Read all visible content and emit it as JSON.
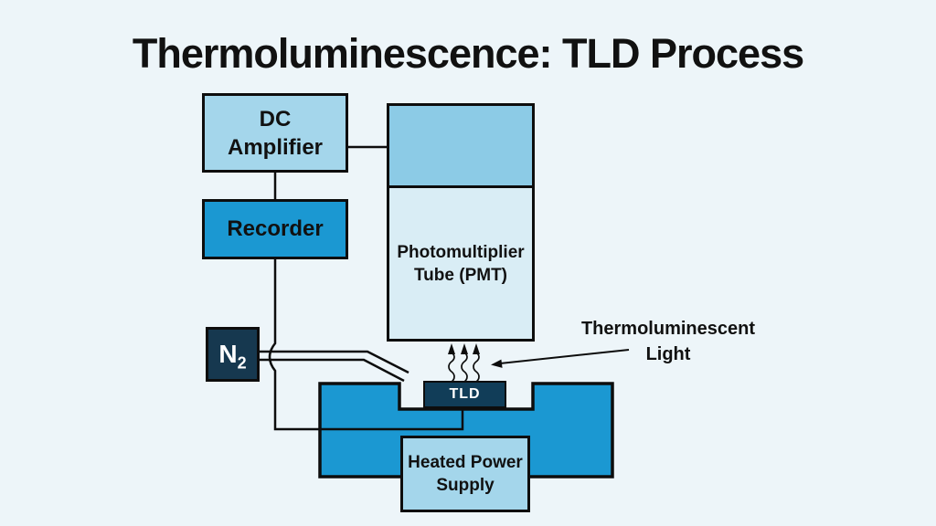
{
  "title": "Thermoluminescence: TLD Process",
  "boxes": {
    "dc_amplifier": {
      "label": "DC Amplifier"
    },
    "recorder": {
      "label": "Recorder"
    },
    "pmt": {
      "label": "Photomultiplier Tube (PMT)"
    },
    "n2": {
      "base": "N",
      "sub": "2"
    },
    "tld": {
      "label": "TLD"
    },
    "heated_power_supply": {
      "label": "Heated Power Supply"
    }
  },
  "annotations": {
    "light_label": "Thermoluminescent Light"
  },
  "colors": {
    "background": "#edf5f9",
    "light_box": "#a4d6eb",
    "medium_blue": "#1b98d2",
    "pmt_window_blue": "#8ccbe6",
    "pmt_body_blue": "#d9edf5",
    "dark_navy": "#16384f",
    "tld_navy": "#113d58",
    "line_black": "#0d0d0d",
    "text_black": "#111111",
    "text_white": "#ffffff"
  }
}
